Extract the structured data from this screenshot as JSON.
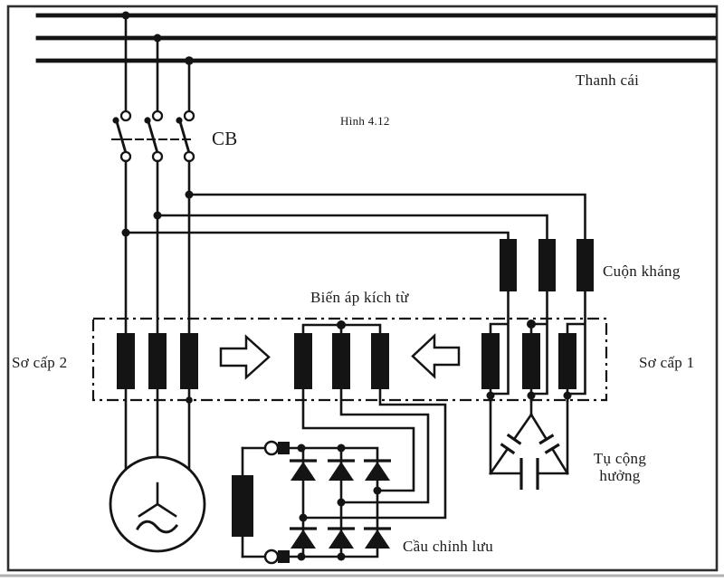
{
  "figure": {
    "caption": "Hình 4.12",
    "labels": {
      "busbar": "Thanh cái",
      "breaker": "CB",
      "reactor": "Cuộn kháng",
      "transformer": "Biến áp kích từ",
      "primary2": "Sơ cấp 2",
      "primary1": "Sơ cấp 1",
      "capacitor_line1": "Tụ cộng",
      "capacitor_line2": "hưởng",
      "rectifier": "Cầu chỉnh lưu"
    },
    "colors": {
      "line": "#141414",
      "frame": "#2e2e2e",
      "shadow": "#b0b0b0",
      "background": "#ffffff"
    }
  }
}
